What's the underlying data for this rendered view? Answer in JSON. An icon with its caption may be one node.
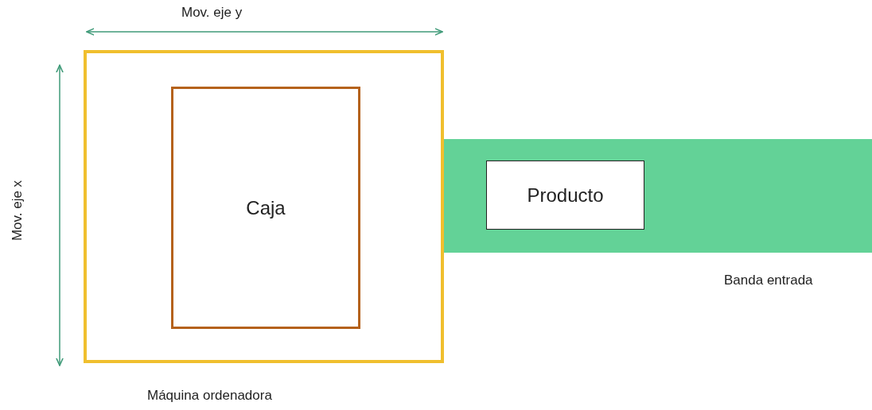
{
  "diagram": {
    "nodes": [
      {
        "text": [],
        "shape": "box",
        "beside": [
          "Máquina ordenadora"
        ]
      },
      {
        "text": [
          "Caja"
        ],
        "in": 0
      },
      {
        "text": [],
        "shape": "bar",
        "beside": [
          "Banda entrada"
        ]
      },
      {
        "text": [
          "Producto"
        ],
        "in": 2
      }
    ],
    "edges": [],
    "labels": [
      "Mov. eje y",
      "Mov. eje x"
    ]
  }
}
